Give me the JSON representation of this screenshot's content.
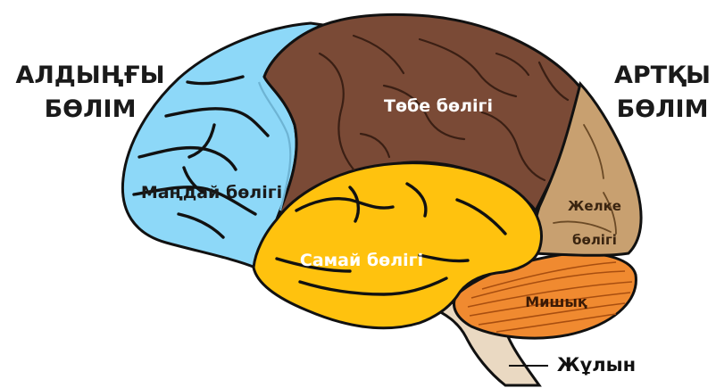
{
  "front_label": {
    "line1": "АЛДЫҢҒЫ",
    "line2": "БӨЛІМ"
  },
  "back_label": {
    "line1": "АРТҚЫ",
    "line2": "БӨЛІМ"
  },
  "lobes": {
    "frontal": "Маңдай бөлігі",
    "parietal": "Төбе бөлігі",
    "temporal": "Самай бөлігі",
    "occipital_line1": "Желке",
    "occipital_line2": "бөлігі",
    "cerebellum": "Мишық",
    "spinal_cord": "Жұлын"
  },
  "colors": {
    "frontal": "#8dd8f8",
    "parietal": "#7a4a36",
    "temporal": "#ffc20e",
    "occipital": "#c8a070",
    "cerebellum": "#f08a30",
    "brainstem": "#ead9c2",
    "outline": "#111111"
  }
}
